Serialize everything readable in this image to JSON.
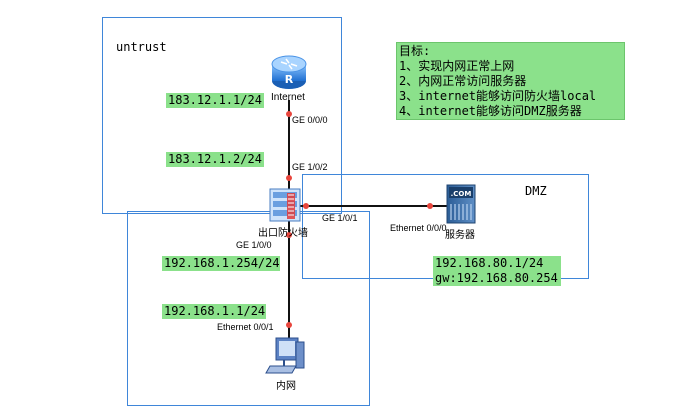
{
  "zones": {
    "untrust": "untrust",
    "dmz": "DMZ"
  },
  "goals": {
    "title": "目标:",
    "items": [
      "1、实现内网正常上网",
      "2、内网正常访问服务器",
      "3、internet能够访问防火墙local",
      "4、internet能够访问DMZ服务器"
    ]
  },
  "devices": {
    "internet": "Internet",
    "firewall": "出口防火墙",
    "server": "服务器",
    "server_badge": ".COM",
    "pc": "内网",
    "router_letter": "R"
  },
  "interfaces": {
    "internet_ge": "GE 0/0/0",
    "fw_ge_up": "GE 1/0/2",
    "fw_ge_right": "GE 1/0/1",
    "fw_ge_down": "GE 1/0/0",
    "server_eth": "Ethernet 0/0/0",
    "pc_eth": "Ethernet 0/0/1"
  },
  "addresses": {
    "internet_ip": "183.12.1.1/24",
    "fw_up_ip": "183.12.1.2/24",
    "fw_down_ip": "192.168.1.254/24",
    "pc_ip": "192.168.1.1/24",
    "server_ip": "192.168.80.1/24",
    "server_gw": "gw:192.168.80.254"
  },
  "colors": {
    "zone_border": "#3f86d9",
    "label_bg": "#8be18b",
    "link_dot": "#e8453c"
  }
}
